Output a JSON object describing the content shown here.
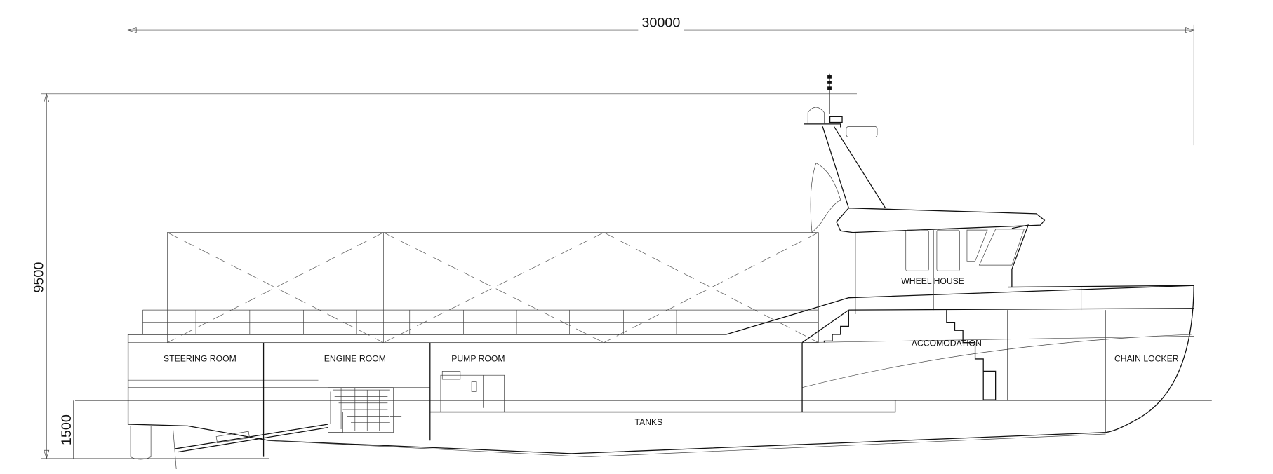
{
  "drawing": {
    "dimensions": {
      "length_overall": "30000",
      "height": "9500",
      "draft": "1500"
    },
    "compartments": {
      "steering_room": "STEERING ROOM",
      "engine_room": "ENGINE ROOM",
      "pump_room": "PUMP ROOM",
      "tanks": "TANKS",
      "accommodation": "ACCOMODATION",
      "chain_locker": "CHAIN LOCKER",
      "wheel_house": "WHEEL HOUSE"
    },
    "line_color": "#111111",
    "background": "#ffffff"
  }
}
